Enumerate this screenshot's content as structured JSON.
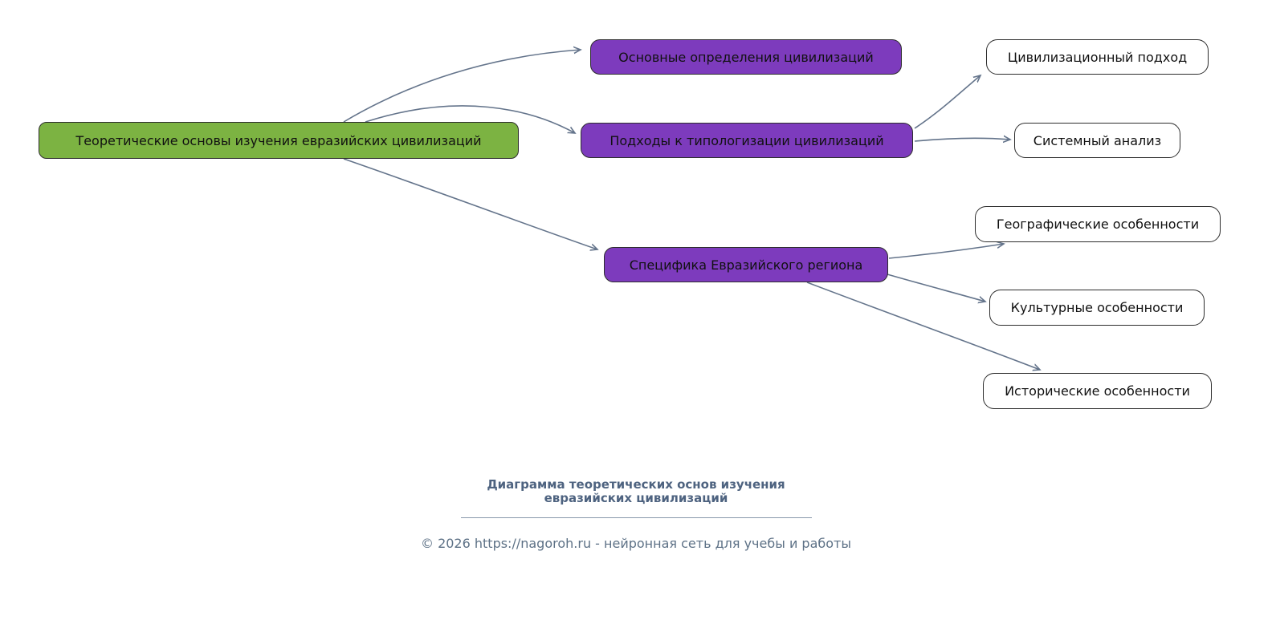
{
  "nodes": {
    "root": "Теоретические основы изучения евразийских цивилизаций",
    "level2": [
      "Основные определения цивилизаций",
      "Подходы к типологизации цивилизаций",
      "Специфика Евразийского региона"
    ],
    "level3": [
      "Цивилизационный подход",
      "Системный анализ",
      "Географические особенности",
      "Культурные особенности",
      "Исторические особенности"
    ]
  },
  "edges": [
    {
      "from": "root",
      "to": "level2.0"
    },
    {
      "from": "root",
      "to": "level2.1"
    },
    {
      "from": "root",
      "to": "level2.2"
    },
    {
      "from": "level2.1",
      "to": "level3.0"
    },
    {
      "from": "level2.1",
      "to": "level3.1"
    },
    {
      "from": "level2.2",
      "to": "level3.2"
    },
    {
      "from": "level2.2",
      "to": "level3.3"
    },
    {
      "from": "level2.2",
      "to": "level3.4"
    }
  ],
  "footer": {
    "title_line1": "Диаграмма теоретических основ изучения",
    "title_line2": "евразийских цивилизаций",
    "copyright": "© 2026 https://nagoroh.ru - нейронная сеть для учебы и работы"
  },
  "colors": {
    "root_fill": "#7cb342",
    "branch_fill": "#7d3bbd",
    "leaf_fill": "#ffffff",
    "node_border": "#2d2d2d",
    "arrow_color": "#64748b",
    "footer_color": "#4e6380",
    "copyright_color": "#5d7186"
  }
}
